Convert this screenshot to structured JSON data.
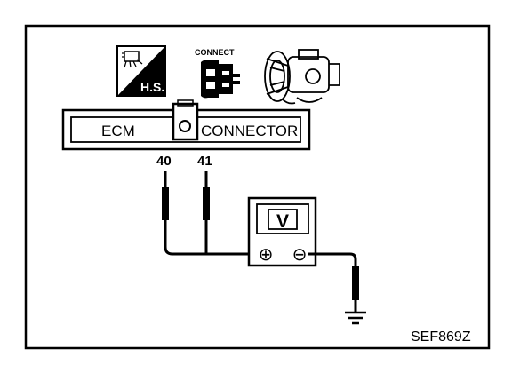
{
  "connector": {
    "left_label": "ECM",
    "right_label": "CONNECTOR"
  },
  "terminals": {
    "pin_a": "40",
    "pin_b": "41"
  },
  "icons": {
    "connect_label": "CONNECT",
    "hs_label": "H.S.",
    "items": [
      "hs-tool-icon",
      "connect-icon",
      "engine-icon"
    ]
  },
  "meter": {
    "symbol": "V",
    "positive": "⊕",
    "negative": "⊖"
  },
  "figure_code": "SEF869Z",
  "colors": {
    "ink": "#000000",
    "paper": "#ffffff"
  }
}
